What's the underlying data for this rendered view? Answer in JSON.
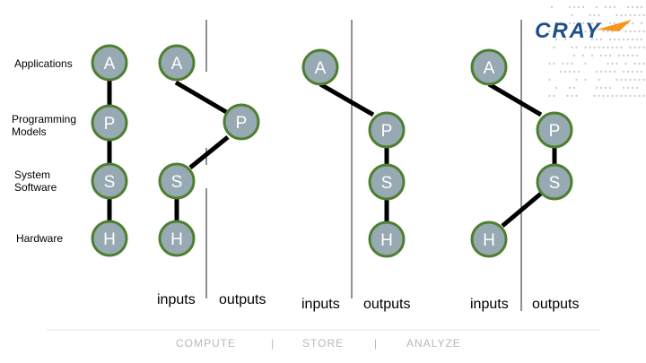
{
  "logo": {
    "text": "CRAY",
    "accent_color": "#f7941d"
  },
  "row_labels": {
    "applications": "Applications",
    "programming_1": "Programming",
    "programming_2": "Models",
    "system_1": "System",
    "system_2": "Software",
    "hardware": "Hardware"
  },
  "node_letters": {
    "applications": "A",
    "programming": "P",
    "system": "S",
    "hardware": "H"
  },
  "io_labels": [
    {
      "inputs": "inputs",
      "outputs": "outputs"
    },
    {
      "inputs": "inputs",
      "outputs": "outputs"
    },
    {
      "inputs": "inputs",
      "outputs": "outputs"
    }
  ],
  "footer": {
    "compute": "COMPUTE",
    "sep1": "|",
    "store": "STORE",
    "sep2": "|",
    "analyze": "ANALYZE"
  },
  "colors": {
    "node_fill": "#97a9b3",
    "node_stroke": "#4e7f2f",
    "edge": "#000000"
  }
}
